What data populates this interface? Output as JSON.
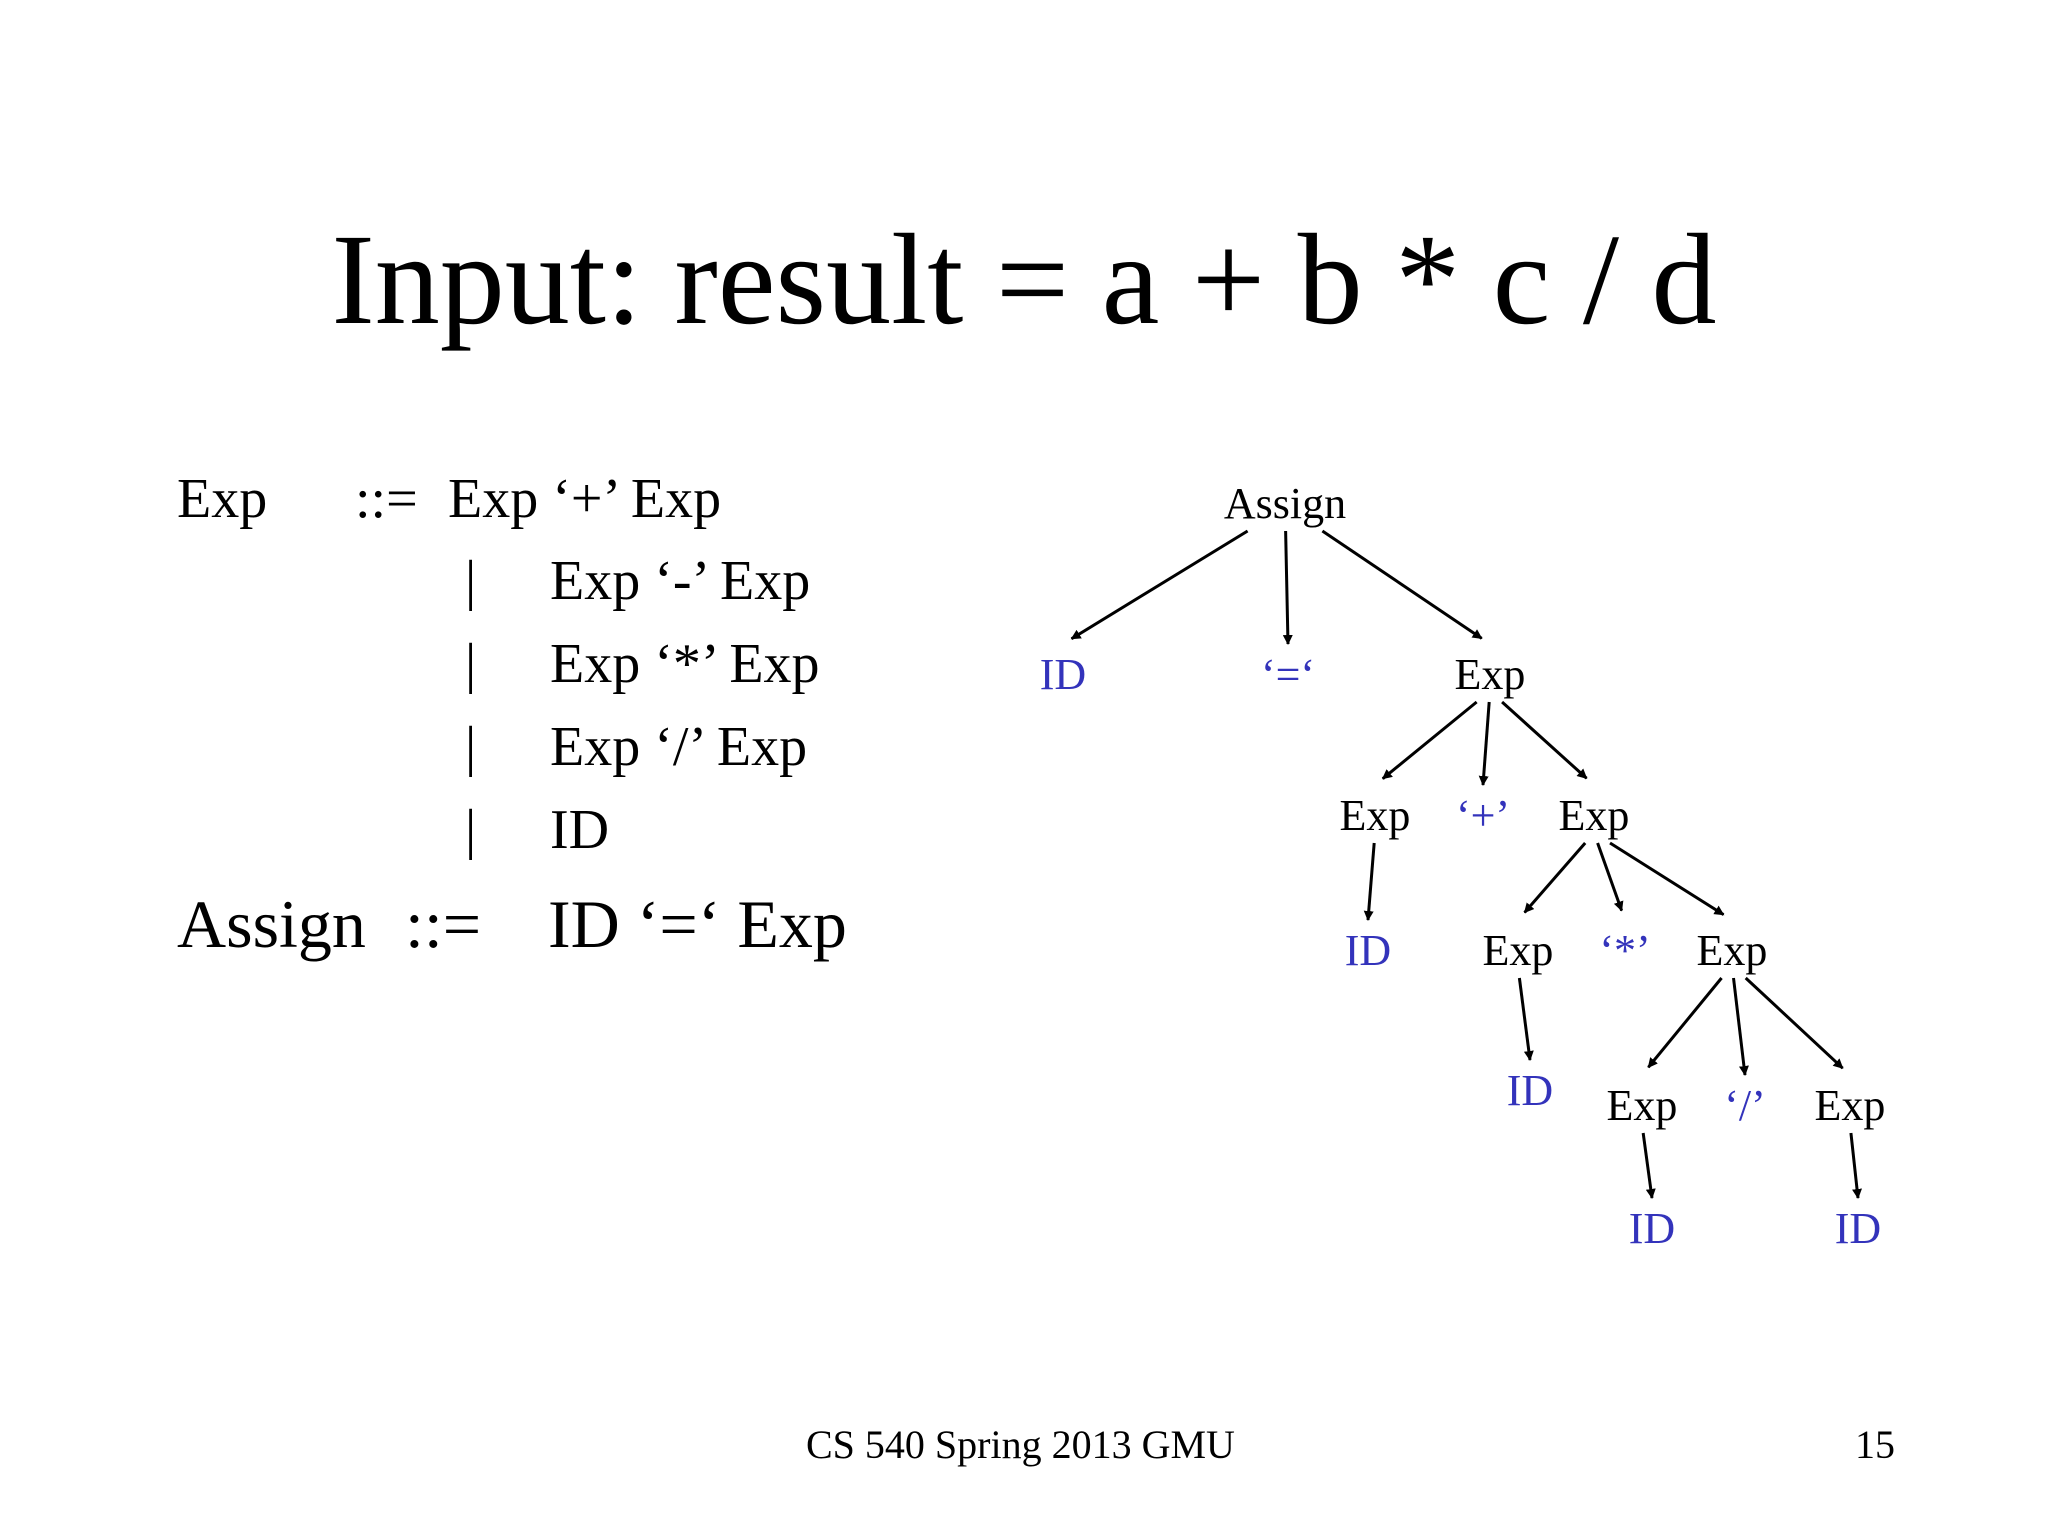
{
  "title": "Input: result = a + b * c / d",
  "grammar": {
    "exp_lhs": "Exp",
    "exp_op": "::=",
    "exp_alts": [
      "Exp ‘+’ Exp",
      "Exp ‘-’ Exp",
      "Exp ‘*’ Exp",
      "Exp ‘/’ Exp",
      "ID"
    ],
    "bar": "|",
    "assign_lhs": "Assign",
    "assign_op": "::=",
    "assign_rhs": "ID ‘=‘ Exp"
  },
  "tree": {
    "colors": {
      "nonterminal": "#000000",
      "terminal": "#3333bb"
    },
    "nodes": [
      {
        "id": "assign",
        "label": "Assign",
        "kind": "nonterminal"
      },
      {
        "id": "id1",
        "label": "ID",
        "kind": "terminal"
      },
      {
        "id": "eq",
        "label": "‘=‘",
        "kind": "terminal"
      },
      {
        "id": "exp1",
        "label": "Exp",
        "kind": "nonterminal"
      },
      {
        "id": "exp2",
        "label": "Exp",
        "kind": "nonterminal"
      },
      {
        "id": "plus",
        "label": "‘+’",
        "kind": "terminal"
      },
      {
        "id": "exp3",
        "label": "Exp",
        "kind": "nonterminal"
      },
      {
        "id": "id2",
        "label": "ID",
        "kind": "terminal"
      },
      {
        "id": "exp4",
        "label": "Exp",
        "kind": "nonterminal"
      },
      {
        "id": "star",
        "label": "‘*’",
        "kind": "terminal"
      },
      {
        "id": "exp5",
        "label": "Exp",
        "kind": "nonterminal"
      },
      {
        "id": "id3",
        "label": "ID",
        "kind": "terminal"
      },
      {
        "id": "exp6",
        "label": "Exp",
        "kind": "nonterminal"
      },
      {
        "id": "slash",
        "label": "‘/’",
        "kind": "terminal"
      },
      {
        "id": "exp7",
        "label": "Exp",
        "kind": "nonterminal"
      },
      {
        "id": "id4",
        "label": "ID",
        "kind": "terminal"
      },
      {
        "id": "id5",
        "label": "ID",
        "kind": "terminal"
      }
    ],
    "edges": [
      [
        "assign",
        "id1"
      ],
      [
        "assign",
        "eq"
      ],
      [
        "assign",
        "exp1"
      ],
      [
        "exp1",
        "exp2"
      ],
      [
        "exp1",
        "plus"
      ],
      [
        "exp1",
        "exp3"
      ],
      [
        "exp2",
        "id2"
      ],
      [
        "exp3",
        "exp4"
      ],
      [
        "exp3",
        "star"
      ],
      [
        "exp3",
        "exp5"
      ],
      [
        "exp4",
        "id3"
      ],
      [
        "exp5",
        "exp6"
      ],
      [
        "exp5",
        "slash"
      ],
      [
        "exp5",
        "exp7"
      ],
      [
        "exp6",
        "id4"
      ],
      [
        "exp7",
        "id5"
      ]
    ]
  },
  "footer": {
    "course": "CS 540   Spring 2013 GMU",
    "page": "15"
  }
}
